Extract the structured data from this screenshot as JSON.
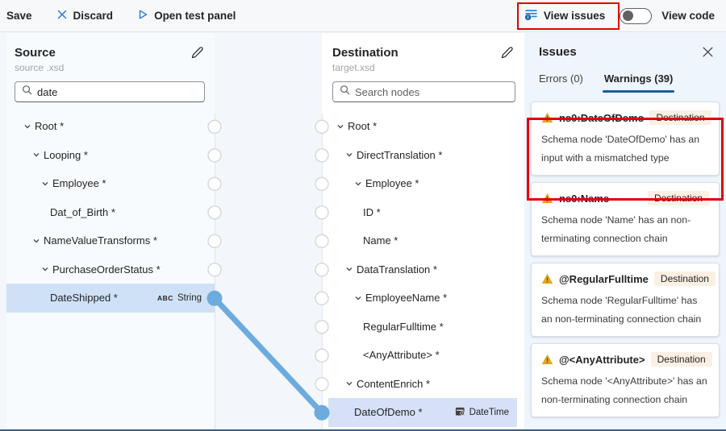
{
  "toolbar": {
    "save": "Save",
    "discard": "Discard",
    "open_test_panel": "Open test panel",
    "view_issues": "View issues",
    "view_code": "View code",
    "view_code_toggle_state": "off"
  },
  "source": {
    "title": "Source",
    "file": "source .xsd",
    "search": {
      "value": "date"
    },
    "tree": [
      {
        "label": "Root *"
      },
      {
        "label": "Looping *"
      },
      {
        "label": "Employee *"
      },
      {
        "label": "Dat_of_Birth *"
      },
      {
        "label": "NameValueTransforms *"
      },
      {
        "label": "PurchaseOrderStatus *"
      },
      {
        "label": "DateShipped *",
        "selected": true,
        "type_badge": "String"
      }
    ]
  },
  "destination": {
    "title": "Destination",
    "file": "target.xsd",
    "search": {
      "placeholder": "Search nodes"
    },
    "tree": [
      {
        "label": "Root *"
      },
      {
        "label": "DirectTranslation *"
      },
      {
        "label": "Employee *"
      },
      {
        "label": "ID *"
      },
      {
        "label": "Name *"
      },
      {
        "label": "DataTranslation *"
      },
      {
        "label": "EmployeeName *"
      },
      {
        "label": "RegularFulltime *"
      },
      {
        "label": "<AnyAttribute> *"
      },
      {
        "label": "ContentEnrich *"
      },
      {
        "label": "DateOfDemo *",
        "selected": true,
        "type_badge": "DateTime"
      }
    ]
  },
  "issues": {
    "title": "Issues",
    "tabs": {
      "errors": "Errors (0)",
      "warnings": "Warnings (39)"
    },
    "selected_tab": "warnings",
    "warnings": [
      {
        "title": "ns0:DateOfDemo",
        "badge": "Destination",
        "message": "Schema node 'DateOfDemo' has an input with a mismatched type",
        "highlighted": true
      },
      {
        "title": "ns0:Name",
        "badge": "Destination",
        "message": "Schema node 'Name' has an non-terminating connection chain"
      },
      {
        "title": "@RegularFulltime",
        "badge": "Destination",
        "message": "Schema node 'RegularFulltime' has an non-terminating connection chain"
      },
      {
        "title": "@<AnyAttribute>",
        "badge": "Destination",
        "message": "Schema node '<AnyAttribute>' has an non-terminating connection chain"
      }
    ]
  },
  "icons": {
    "abc": "ABC",
    "search": "magnifier",
    "edit": "pencil",
    "chevron": "chevron-down",
    "close": "x",
    "warning": "filled-triangle-exclamation",
    "view_issues": "list-with-info-badge",
    "play": "triangle-outline",
    "discard": "x",
    "datetime": "calendar-clock"
  },
  "colors": {
    "accent_blue": "#2b7cd3",
    "tab_underline": "#115ea3",
    "selection_blue": "#cfe1f7",
    "connection_blue": "#6cabdd",
    "warning_amber": "#e3a71e",
    "destination_badge_bg": "#fcefe3",
    "annotation_red": "#e10000",
    "issues_panel_bg": "#eef5fc"
  }
}
